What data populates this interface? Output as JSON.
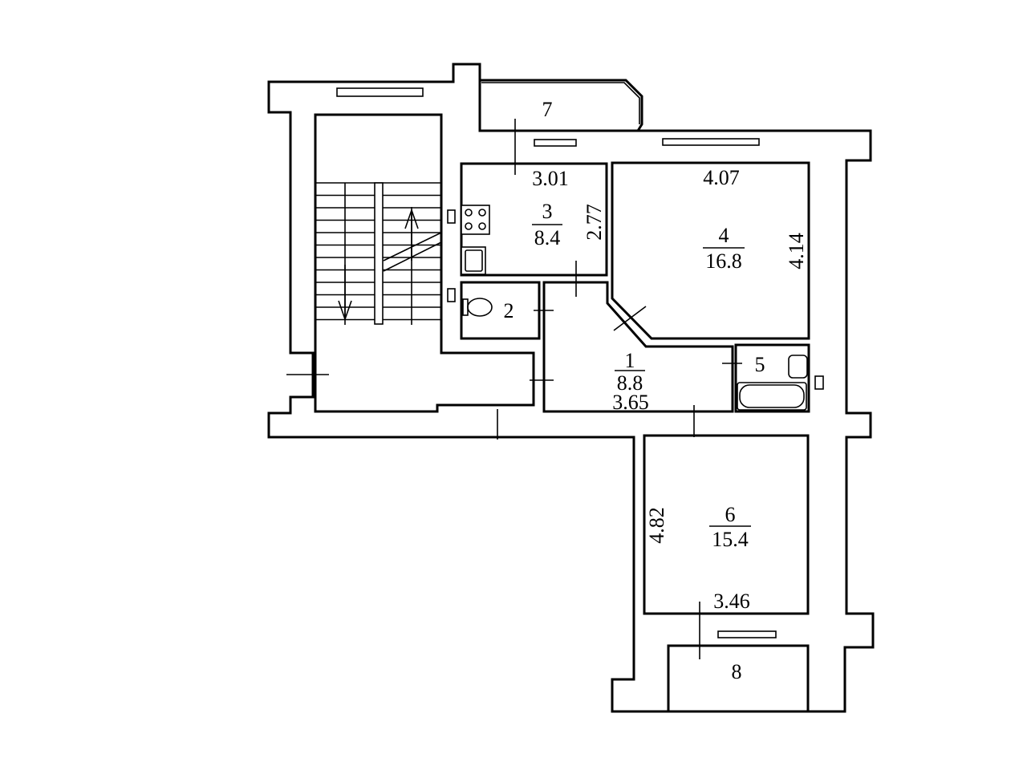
{
  "plan": {
    "rooms": [
      {
        "number": "1",
        "area": "8.8",
        "dim": "3.65"
      },
      {
        "number": "2"
      },
      {
        "number": "3",
        "area": "8.4",
        "dim_a": "3.01",
        "dim_b": "2.77"
      },
      {
        "number": "4",
        "area": "16.8",
        "dim_a": "4.07",
        "dim_b": "4.14"
      },
      {
        "number": "5"
      },
      {
        "number": "6",
        "area": "15.4",
        "dim_a": "4.82",
        "dim_b": "3.46"
      },
      {
        "number": "7"
      },
      {
        "number": "8"
      }
    ],
    "colors": {
      "line": "#000000",
      "background": "#ffffff"
    }
  }
}
